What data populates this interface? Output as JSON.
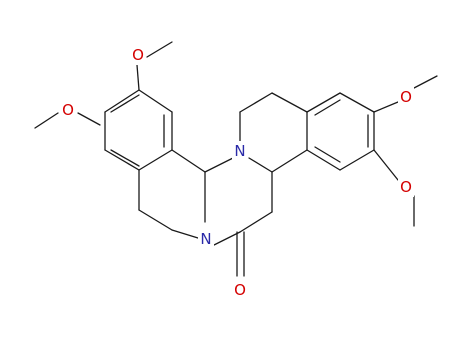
{
  "atom_labels": {
    "o_top": "O",
    "o_left": "O",
    "o_right_top": "O",
    "o_right_bottom": "O",
    "n_center": "N",
    "n_lower": "N",
    "o_carbonyl": "O"
  },
  "colors": {
    "bond": "#1a1a1a",
    "nitrogen": "#2a2aa8",
    "oxygen": "#d40000",
    "background": "#ffffff"
  }
}
